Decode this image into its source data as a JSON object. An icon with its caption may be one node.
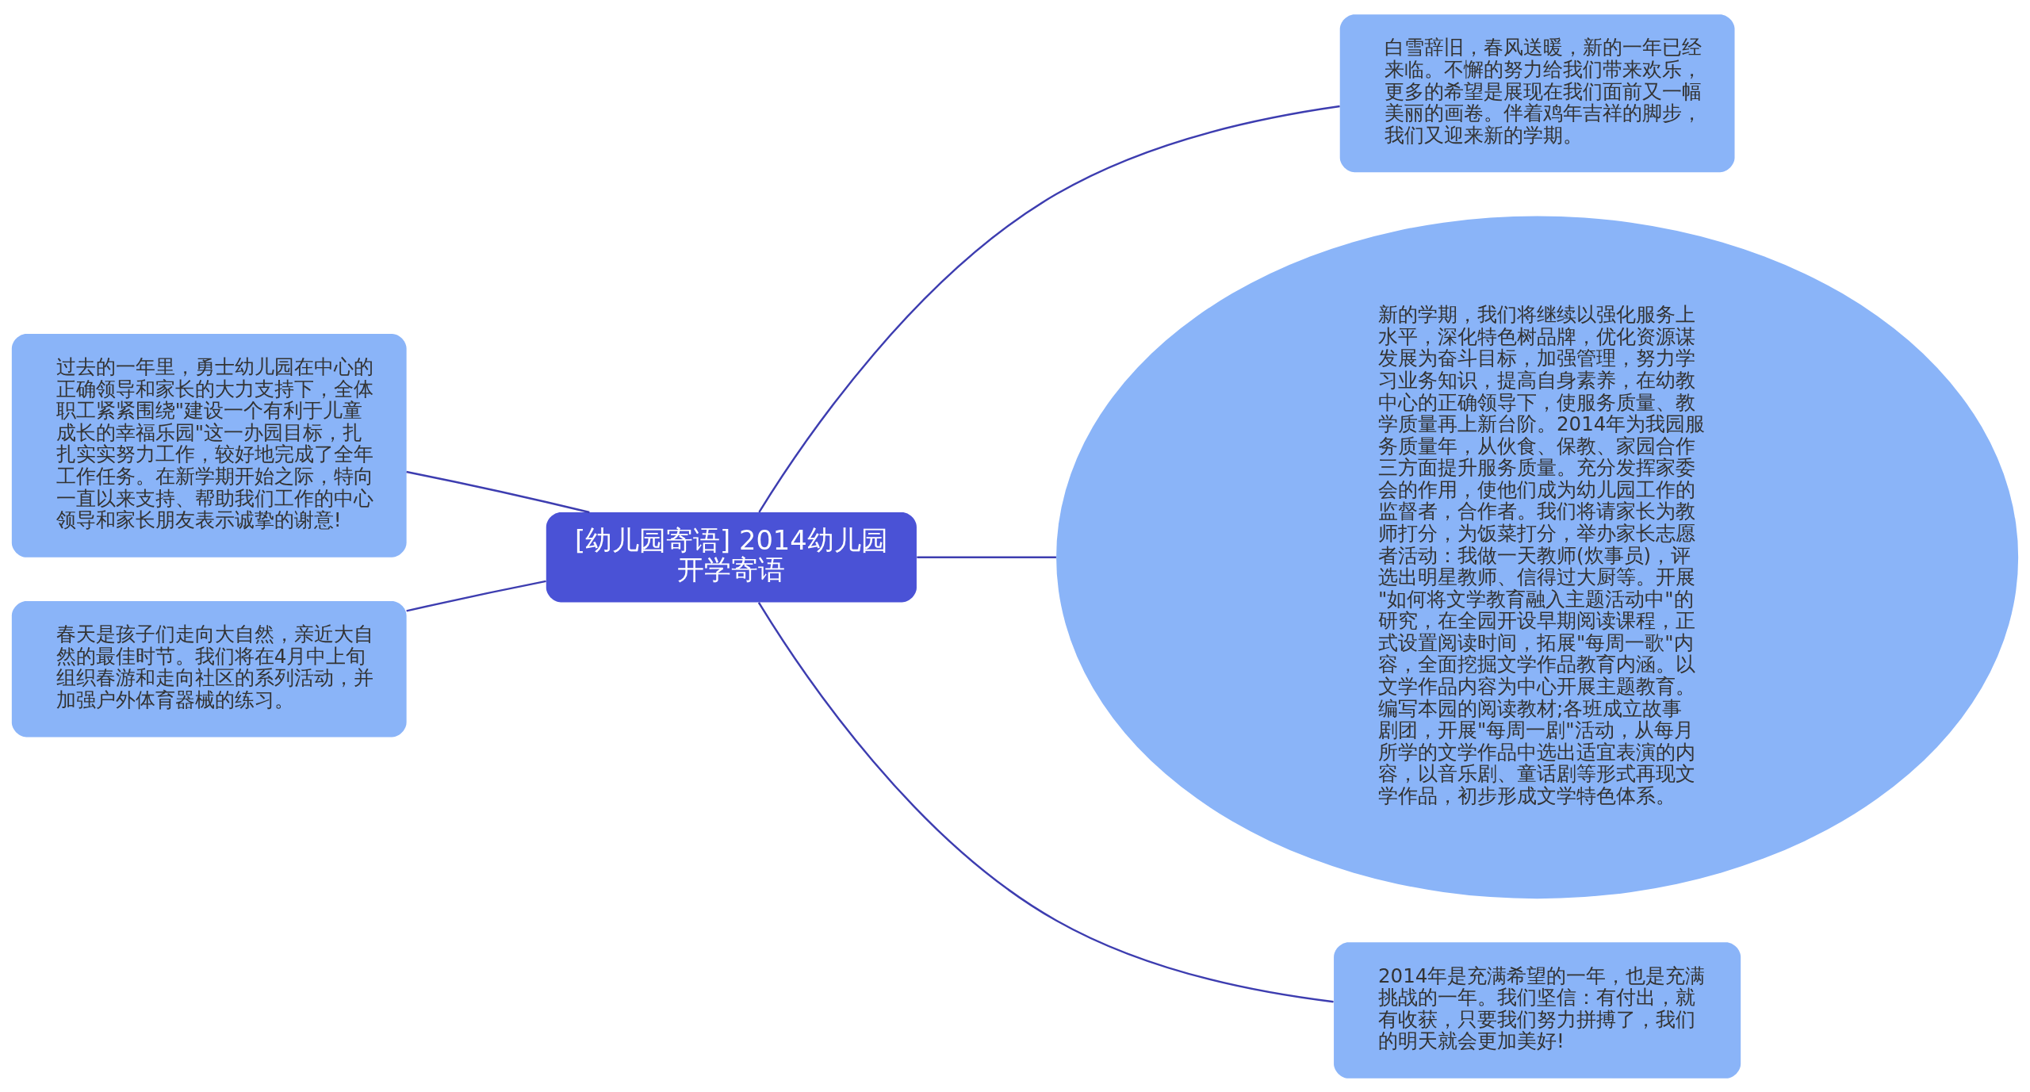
{
  "diagram": {
    "nodes": [
      {
        "text": [
          "[幼儿园寄语] 2014幼儿园开学寄语"
        ]
      },
      {
        "text": [
          "白雪辞旧，春风送暖，新的一年已经来临。不懈的努力给我们带来欢乐，更多的希望是展现在我们面前又一幅美丽的画卷。伴着鸡年吉祥的脚步，我们又迎来新的学期。"
        ]
      },
      {
        "text": [
          "新的学期，我们将继续以强化服务上水平，深化特色树品牌，优化资源谋发展为奋斗目标，加强管理，努力学习业务知识，提高自身素养，在幼教中心的正确领导下，使服务质量、教学质量再上新台阶。2014年为我园服务质量年，从伙食、保教、家园合作三方面提升服务质量。充分发挥家委会的作用，使他们成为幼儿园工作的监督者，合作者。我们将请家长为教师打分，为饭菜打分，举办家长志愿者活动：我做一天教师(炊事员)，评选出明星教师、信得过大厨等。开展\"如何将文学教育融入主题活动中\"的研究，在全园开设早期阅读课程，正式设置阅读时间，拓展\"每周一歌\"内容，全面挖掘文学作品教育内涵。以文学作品内容为中心开展主题教育。编写本园的阅读教材;各班成立故事剧团，开展\"每周一剧\"活动，从每月所学的文学作品中选出适宜表演的内容，以音乐剧、童话剧等形式再现文学作品，初步形成文学特色体系。"
        ]
      },
      {
        "text": [
          "2014年是充满希望的一年，也是充满挑战的一年。我们坚信：有付出，就有收获，只要我们努力拼搏了，我们的明天就会更加美好!"
        ]
      },
      {
        "text": [
          "过去的一年里，勇士幼儿园在中心的正确领导和家长的大力支持下，全体职工紧紧围绕\"建设一个有利于儿童成长的幸福乐园\"这一办园目标，扎扎实实努力工作，较好地完成了全年工作任务。在新学期开始之际，特向一直以来支持、帮助我们工作的中心领导和家长朋友表示诚挚的谢意!"
        ]
      },
      {
        "text": [
          "春天是孩子们走向大自然，亲近大自然的最佳时节。我们将在4月中上旬组织春游和走向社区的系列活动，并加强户外体育器械的练习。"
        ]
      }
    ],
    "edges": [
      {
        "from": 0,
        "to": 1,
        "arrow": "none"
      },
      {
        "from": 0,
        "to": 2,
        "arrow": "none"
      },
      {
        "from": 0,
        "to": 3,
        "arrow": "none"
      },
      {
        "from": 0,
        "to": 4,
        "arrow": "none"
      },
      {
        "from": 0,
        "to": 5,
        "arrow": "none"
      }
    ]
  }
}
